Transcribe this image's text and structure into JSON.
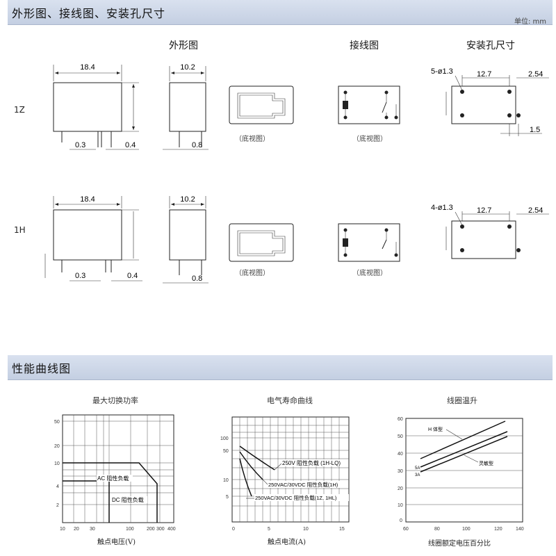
{
  "sections": {
    "outline": "外形图、接线图、安装孔尺寸",
    "performance": "性能曲线图",
    "unit": "单位: mm"
  },
  "columns": {
    "outline": "外形图",
    "wiring": "接线图",
    "mounting": "安装孔尺寸"
  },
  "rows": [
    "1Z",
    "1H"
  ],
  "bottom_view": "（底视图）",
  "dims": {
    "length": "18.4",
    "width": "10.2",
    "pin_gap": "0.3",
    "pin_w": "0.4",
    "pin_t": "0.8",
    "pitch": "12.7",
    "pitch2": "2.54",
    "pitch3": "1.5",
    "holes_1z": "5-ø1.3",
    "holes_1h": "4-ø1.3"
  },
  "charts": {
    "power": {
      "title": "最大切换功率",
      "xlabel": "触点电压(V)",
      "ac": "AC 阻性负载",
      "dc": "DC 阻性负载",
      "xticks": [
        "10",
        "20",
        "30",
        "100",
        "200",
        "300",
        "400"
      ],
      "yticks": [
        "50",
        "20",
        "10",
        "4",
        "2"
      ]
    },
    "life": {
      "title": "电气寿命曲线",
      "xlabel": "触点电流(A)",
      "l1": "250V 阻性负载 (1H-LQ)",
      "l2": "250VAC/30VDC 阻性负载(1H)",
      "l3": "250VAC/30VDC 阻性负载(1Z, 1HL)",
      "xticks": [
        "0",
        "5",
        "10",
        "15"
      ],
      "yticks": [
        "100",
        "50",
        "10",
        "5"
      ]
    },
    "temp": {
      "title": "线圈温升",
      "xlabel": "线圈额定电压百分比",
      "l1": "H 体型",
      "l2": "灵敏型",
      "l3": "5A",
      "l4": "3A",
      "xticks": [
        "60",
        "80",
        "100",
        "120",
        "140"
      ],
      "yticks": [
        "60",
        "50",
        "40",
        "30",
        "20",
        "10",
        "0"
      ]
    }
  }
}
